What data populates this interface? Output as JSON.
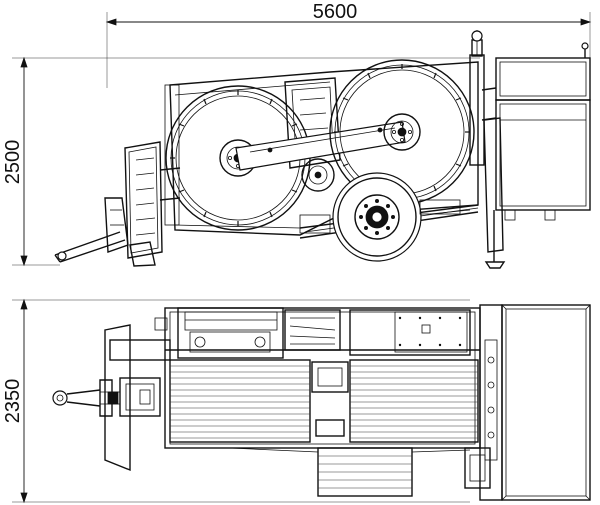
{
  "dimensions": {
    "overall_length": "5600",
    "side_height": "2500",
    "top_width": "2350"
  },
  "colors": {
    "line": "#111111",
    "background": "#ffffff"
  }
}
